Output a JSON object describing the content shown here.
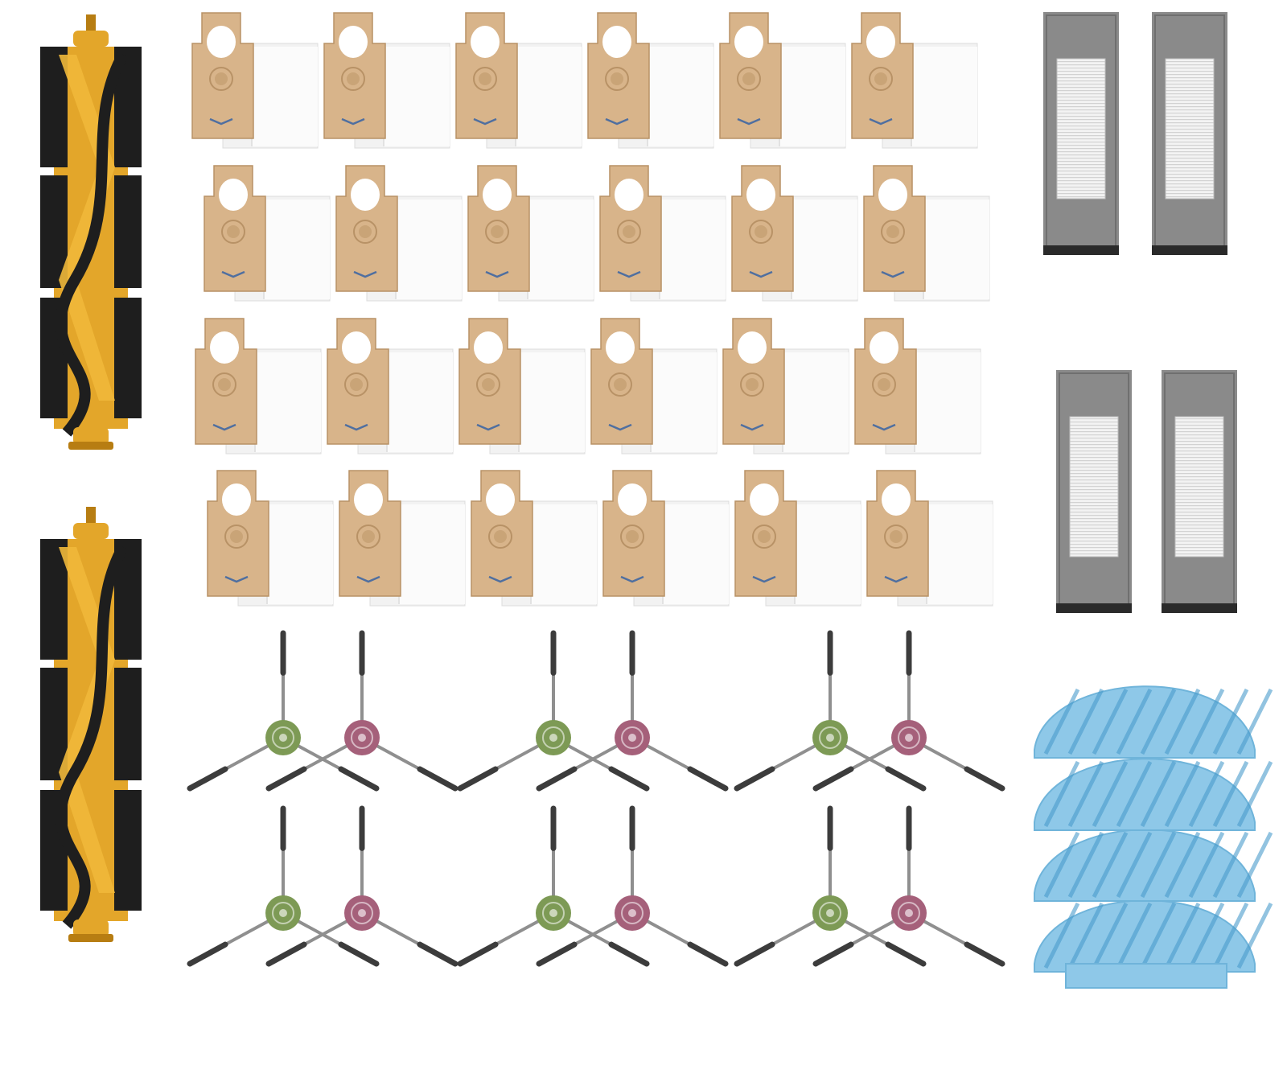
{
  "image": {
    "background": "#ffffff",
    "palette": {
      "roller_core": "#e3a62a",
      "roller_core_dark": "#b77d12",
      "roller_bristle": "#1e1e1e",
      "bag_card": "#d8b48a",
      "bag_card_dark": "#b89266",
      "bag_body": "#f2f2f2",
      "filter_frame": "#8a8a8a",
      "filter_media": "#f3f3f3",
      "brush_arm": "#8f8f8f",
      "brush_bristle": "#3c3c3c",
      "hub_green": "#7d9a55",
      "hub_pink": "#a5607a",
      "mop_blue": "#8ec8e8",
      "mop_stripe": "#4a9ccc"
    },
    "items": {
      "main_brushes": 2,
      "dust_bags": 24,
      "hepa_filters": 4,
      "side_brushes": 12,
      "mop_pads": 4
    }
  }
}
